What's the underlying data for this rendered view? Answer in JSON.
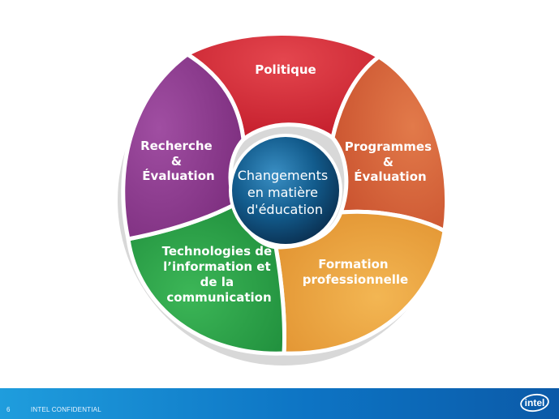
{
  "diagram": {
    "center": [
      "Changements",
      "en matière",
      "d'éducation"
    ],
    "segments": [
      {
        "id": "politique",
        "lines": [
          "Politique"
        ],
        "color": "#d42a36"
      },
      {
        "id": "programmes",
        "lines": [
          "Programmes",
          "&",
          "Évaluation"
        ],
        "color": "#d9603a"
      },
      {
        "id": "formation",
        "lines": [
          "Formation",
          "professionnelle"
        ],
        "color": "#eda341"
      },
      {
        "id": "technologies",
        "lines": [
          "Technologies de",
          "l’information et",
          "de la",
          "communication"
        ],
        "color": "#2da24a"
      },
      {
        "id": "recherche",
        "lines": [
          "Recherche",
          "&",
          "Évaluation"
        ],
        "color": "#8e3a8e"
      }
    ]
  },
  "footer": {
    "page_number": "6",
    "confidential": "INTEL CONFIDENTIAL",
    "logo": "intel"
  },
  "colors": {
    "footer": "#1a8fd8",
    "center": "#0f4f78"
  }
}
